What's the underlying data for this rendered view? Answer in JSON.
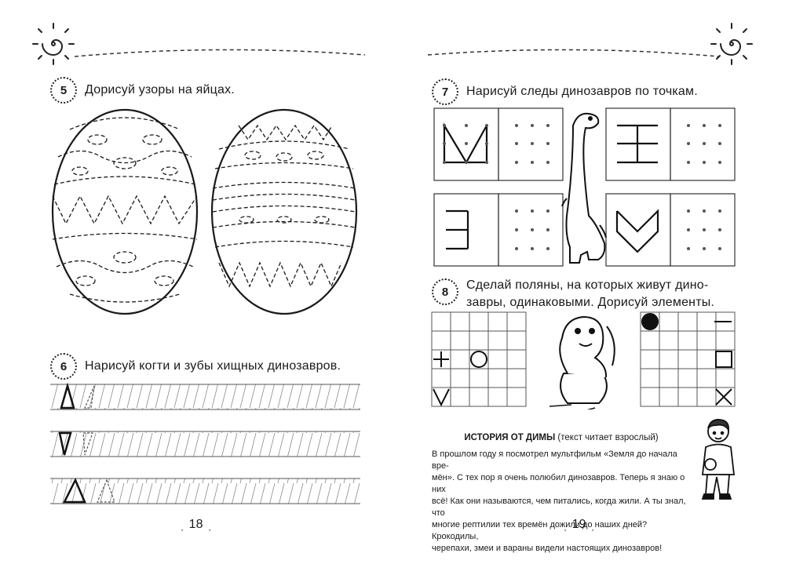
{
  "left_page": {
    "task5": {
      "number": "5",
      "text": "Дорисуй узоры на яйцах."
    },
    "task6": {
      "number": "6",
      "text": "Нарисуй когти и зубы хищных динозавров."
    },
    "page_number": "18"
  },
  "right_page": {
    "task7": {
      "number": "7",
      "text": "Нарисуй следы динозавров по точкам."
    },
    "task8": {
      "number": "8",
      "text_line1": "Сделай поляны, на которых живут дино-",
      "text_line2": "завры, одинаковыми. Дорисуй элементы."
    },
    "story": {
      "title": "ИСТОРИЯ ОТ ДИМЫ",
      "subtitle": "(текст читает взрослый)",
      "lines": [
        "В прошлом году я посмотрел мультфильм «Земля до начала вре-",
        "мён». С тех пор я очень полюбил динозавров. Теперь я знаю о них",
        "всё! Как они называются, чем питались, когда жили. А ты знал, что",
        "многие рептилии тех времён дожили до наших дней? Крокодилы,",
        "черепахи, змеи и вараны видели настоящих динозавров!"
      ]
    },
    "page_number": "19"
  },
  "icons": [
    "sun-spiral-icon",
    "sun-spiral-icon",
    "dinosaur-brachiosaurus-icon",
    "baby-dinosaur-egg-icon",
    "boy-dima-icon"
  ]
}
